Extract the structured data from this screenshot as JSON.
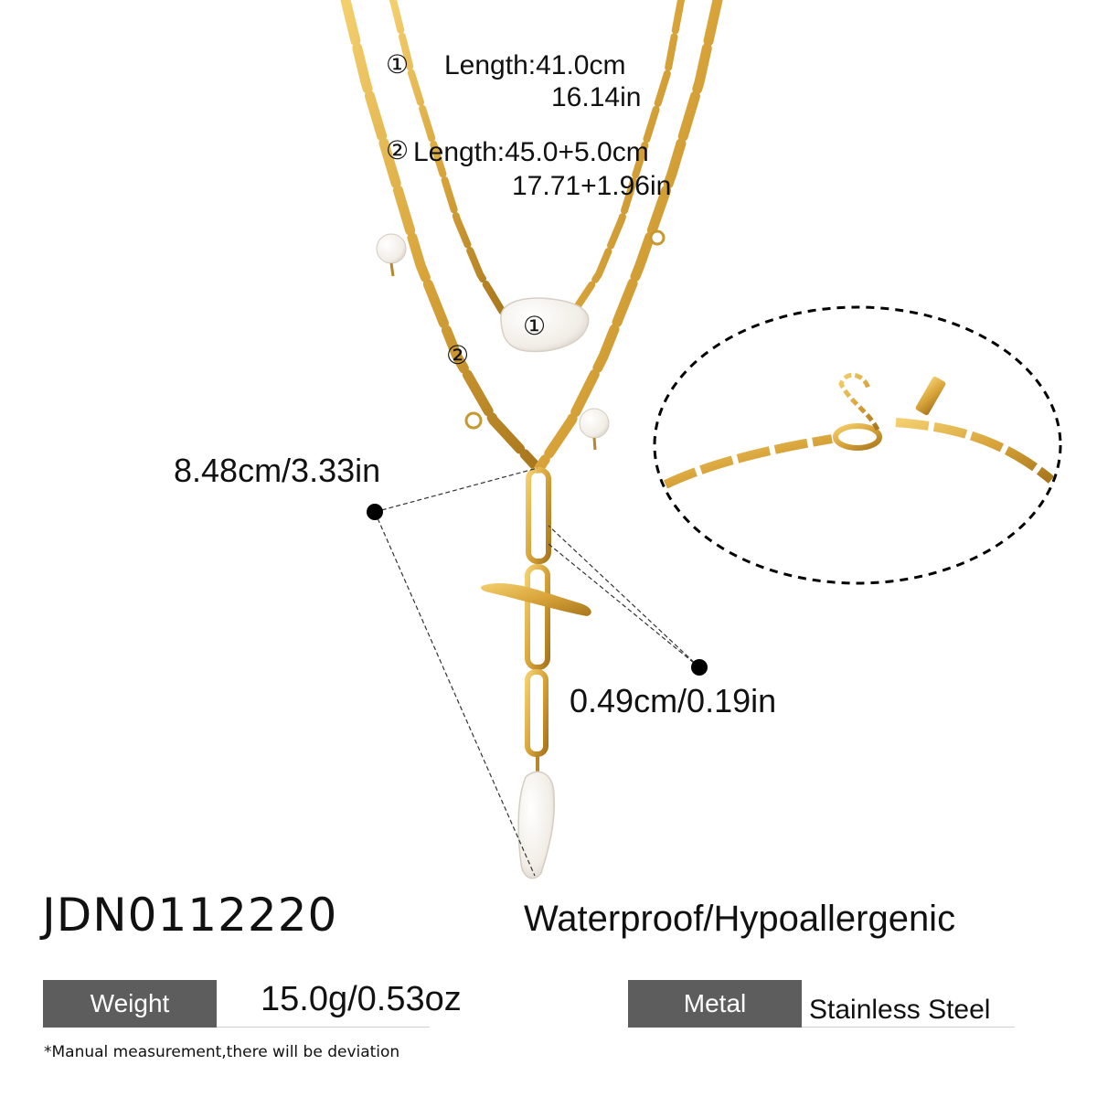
{
  "specs": {
    "strand1": {
      "marker": "①",
      "length_cm": "Length:41.0cm",
      "length_in": "16.14in"
    },
    "strand2": {
      "marker": "②",
      "length_cm": "Length:45.0+5.0cm",
      "length_in": "17.71+1.96in"
    }
  },
  "product_markers": {
    "strand1": "①",
    "strand2": "②"
  },
  "dimensions": {
    "pendant": "8.48cm/3.33in",
    "chain_width": "0.49cm/0.19in"
  },
  "sku": "JDN0112220",
  "claim": "Waterproof/Hypoallergenic",
  "attributes": {
    "weight_label": "Weight",
    "weight_value": "15.0g/0.53oz",
    "metal_label": "Metal",
    "metal_value": "Stainless Steel"
  },
  "disclaimer": "*Manual measurement,there will be deviation",
  "colors": {
    "gold": "#d8a43a",
    "gold_dark": "#a8761c",
    "tag_bg": "#5d5d5d",
    "pearl": "#f4f1ec"
  }
}
